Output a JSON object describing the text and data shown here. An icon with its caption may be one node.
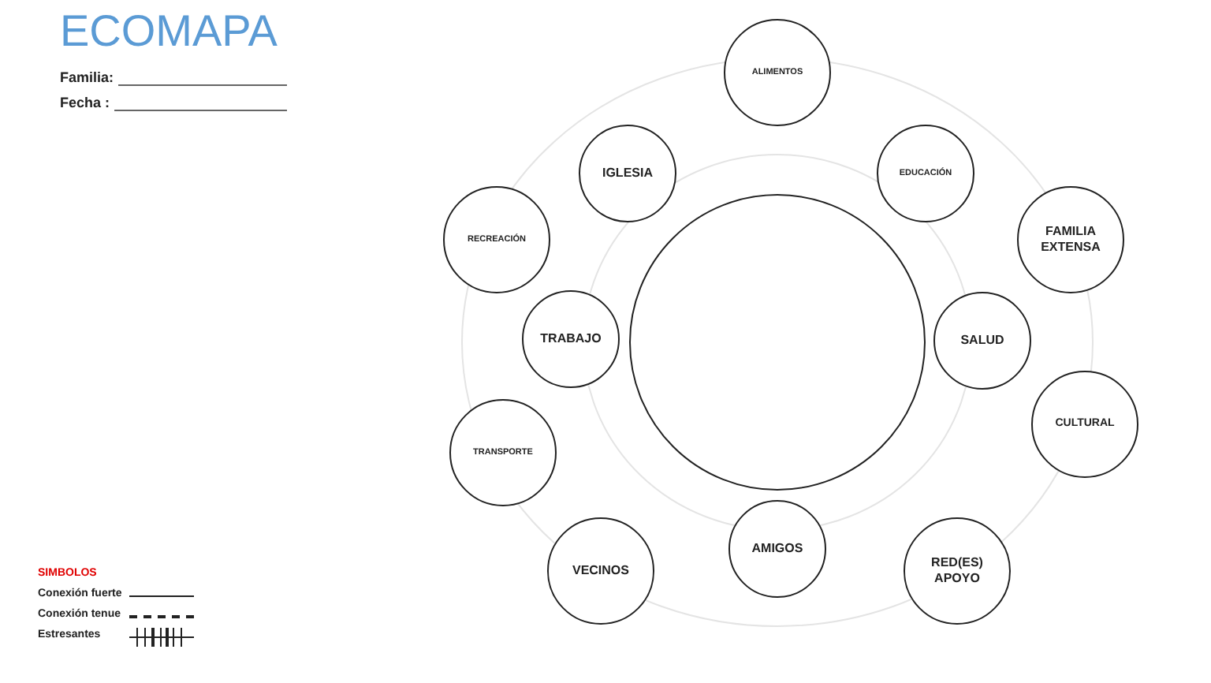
{
  "diagram": {
    "title": "ECOMAPA",
    "nodes": [
      {
        "text": [],
        "shape": "circle"
      },
      {
        "text": [
          "ALIMENTOS"
        ]
      },
      {
        "text": [
          "IGLESIA"
        ]
      },
      {
        "text": [
          "EDUCACIÓN"
        ]
      },
      {
        "text": [
          "RECREACIÓN"
        ]
      },
      {
        "text": [
          "FAMILIA EXTENSA"
        ]
      },
      {
        "text": [
          "TRABAJO"
        ]
      },
      {
        "text": [
          "SALUD"
        ]
      },
      {
        "text": [
          "TRANSPORTE"
        ]
      },
      {
        "text": [
          "CULTURAL"
        ]
      },
      {
        "text": [
          "VECINOS"
        ]
      },
      {
        "text": [
          "AMIGOS"
        ]
      },
      {
        "text": [
          "RED(ES) APOYO"
        ]
      }
    ],
    "edges": [],
    "labels": [
      "Familia:",
      "Fecha :",
      "SIMBOLOS"
    ],
    "legend": [
      {
        "text": "Conexión fuerte"
      },
      {
        "text": "Conexión tenue"
      },
      {
        "text": "Estresantes"
      }
    ]
  }
}
